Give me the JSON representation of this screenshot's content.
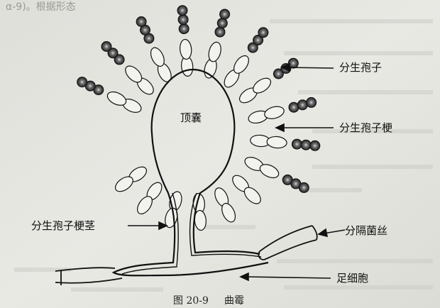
{
  "figure": {
    "vesicle_label": "顶囊",
    "labels": {
      "conidium": "分生孢子",
      "phialide": "分生孢子梗",
      "stipe": "分生孢子梗茎",
      "hypha": "分隔菌丝",
      "foot_cell": "足细胞"
    },
    "caption": {
      "number": "图 20-9",
      "title": "曲霉"
    },
    "bleed_through_text": "α-9)。根据形态"
  }
}
